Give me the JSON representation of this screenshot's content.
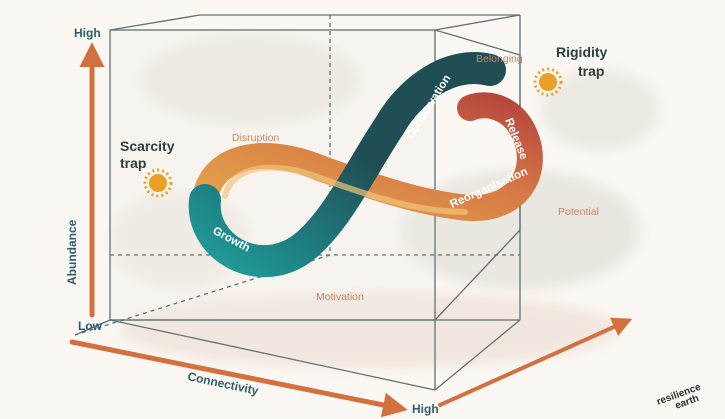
{
  "axes": {
    "y_label": "Abundance",
    "x_label": "Connectivity",
    "y_high": "High",
    "y_low": "Low",
    "x_high": "High"
  },
  "traps": {
    "scarcity_line1": "Scarcity",
    "scarcity_line2": "trap",
    "rigidity_line1": "Rigidity",
    "rigidity_line2": "trap"
  },
  "annotations": {
    "belonging": "Belonging",
    "disruption": "Disruption",
    "potential": "Potential",
    "motivation": "Motivation"
  },
  "phases": {
    "growth": "Growth",
    "conservation": "Conservation",
    "release": "Release",
    "reorganisation": "Reorganisation"
  },
  "logo": {
    "line1": "resilience",
    "line2": "earth"
  },
  "colors": {
    "teal": "#1f9c9a",
    "dark_teal": "#1f4e55",
    "red": "#b5473d",
    "orange": "#d77a45",
    "gold": "#e6a84d",
    "arrow": "#d2703f",
    "sun": "#e8a126"
  }
}
